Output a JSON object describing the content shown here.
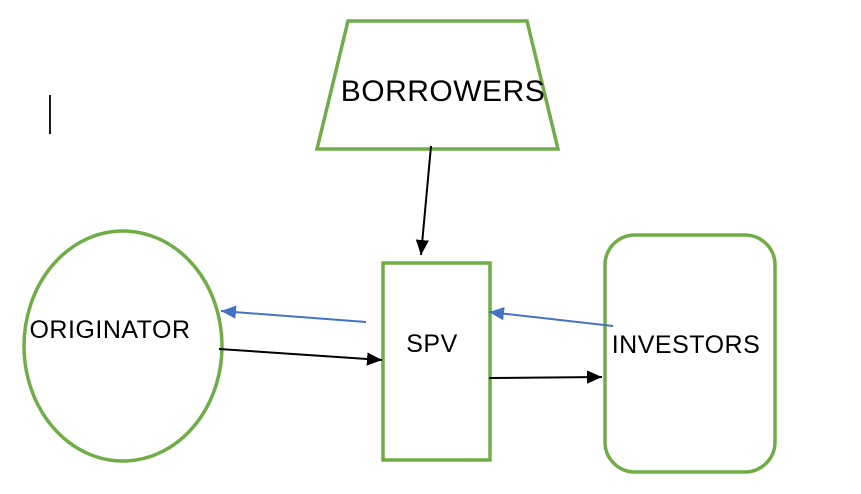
{
  "diagram": {
    "type": "flow-diagram",
    "description": "Securitization structure flow diagram",
    "nodes": [
      {
        "id": "borrowers",
        "label": "BORROWERS",
        "shape": "trapezoid"
      },
      {
        "id": "originator",
        "label": "ORIGINATOR",
        "shape": "ellipse"
      },
      {
        "id": "spv",
        "label": "SPV",
        "shape": "rectangle"
      },
      {
        "id": "investors",
        "label": "INVESTORS",
        "shape": "rounded-rectangle"
      }
    ],
    "edges": [
      {
        "from": "borrowers",
        "to": "spv",
        "color": "black",
        "style": "arrow"
      },
      {
        "from": "spv",
        "to": "originator",
        "color": "blue",
        "style": "arrow"
      },
      {
        "from": "originator",
        "to": "spv",
        "color": "black",
        "style": "arrow"
      },
      {
        "from": "investors",
        "to": "spv",
        "color": "blue",
        "style": "arrow"
      },
      {
        "from": "spv",
        "to": "investors",
        "color": "black",
        "style": "arrow"
      }
    ],
    "colors": {
      "node_border": "#70AD47",
      "node_fill": "#FFFFFF",
      "arrow_black": "#000000",
      "arrow_blue": "#4472C4",
      "label_text": "#000000",
      "background": "#FFFFFF"
    }
  }
}
